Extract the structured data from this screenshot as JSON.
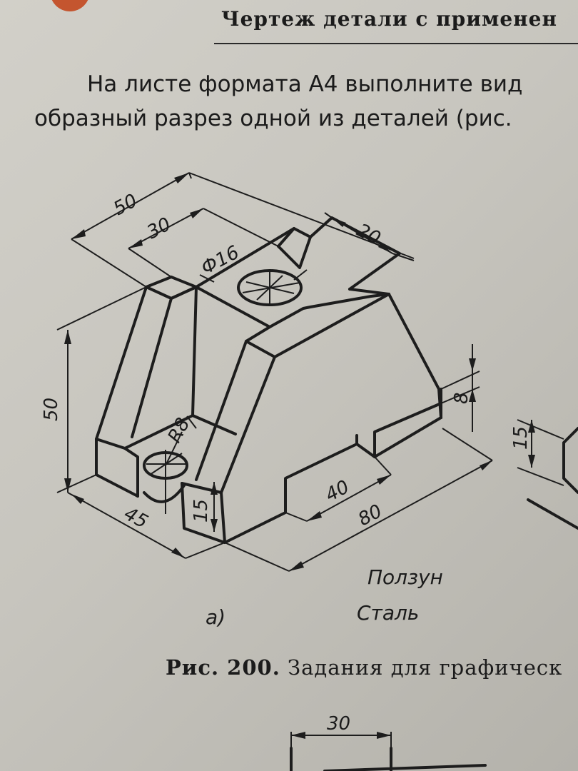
{
  "header": {
    "title": "Чертеж детали с применен"
  },
  "intro": {
    "line1": "На листе формата А4 выполните вид",
    "line2": "образный разрез одной из деталей (рис."
  },
  "drawing": {
    "dims": {
      "d50_top": "50",
      "d30_top": "30",
      "d20": "20",
      "d_phi16": "Ф16",
      "d50_left": "50",
      "d_r8": "R8",
      "d45": "45",
      "d15_front": "15",
      "d40": "40",
      "d80": "80",
      "d8": "8",
      "d15_right": "15",
      "d30_bottom": "30"
    },
    "part_name": "Ползун",
    "material": "Сталь",
    "variant_label": "а)"
  },
  "caption": {
    "figure": "Рис. 200.",
    "text": "Задания для графическ"
  }
}
